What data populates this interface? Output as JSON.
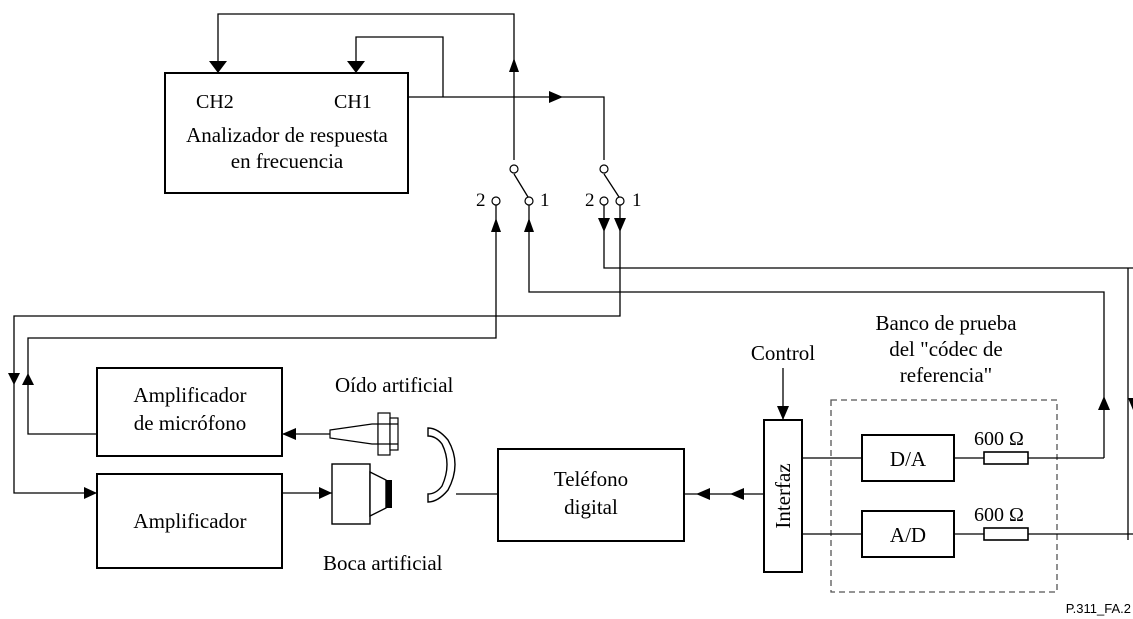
{
  "analyzer": {
    "ch2": "CH2",
    "ch1": "CH1",
    "line1": "Analizador de respuesta",
    "line2": "en frecuencia"
  },
  "switch_left": {
    "pos2": "2",
    "pos1": "1"
  },
  "switch_right": {
    "pos2": "2",
    "pos1": "1"
  },
  "mic_amp": {
    "line1": "Amplificador",
    "line2": "de micrófono"
  },
  "amp": {
    "label": "Amplificador"
  },
  "ear": {
    "label": "Oído artificial"
  },
  "mouth": {
    "label": "Boca artificial"
  },
  "phone": {
    "line1": "Teléfono",
    "line2": "digital"
  },
  "control": {
    "label": "Control"
  },
  "interface": {
    "label": "Interfaz"
  },
  "bench": {
    "line1": "Banco de prueba",
    "line2": "del \"códec de",
    "line3": "referencia\""
  },
  "da": {
    "label": "D/A",
    "resistor": "600 Ω"
  },
  "ad": {
    "label": "A/D",
    "resistor": "600 Ω"
  },
  "figure_id": "P.311_FA.2"
}
